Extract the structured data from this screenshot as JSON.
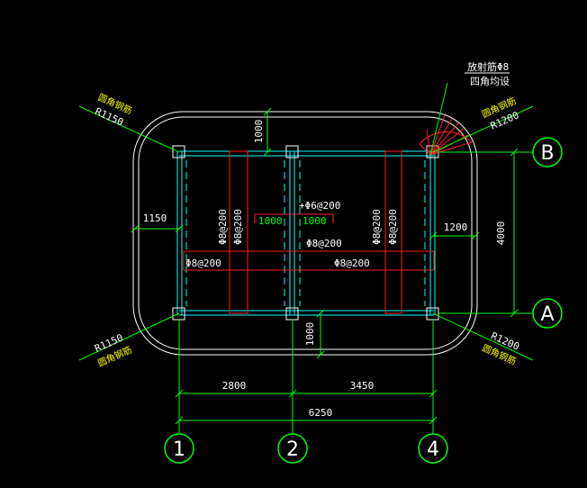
{
  "dimensions": {
    "top_offset": "1000",
    "bottom_offset": "1000",
    "left_offset": "1150",
    "right_offset": "1200",
    "height": "4000",
    "span_1_2": "2800",
    "span_2_4": "3450",
    "total": "6250"
  },
  "axis_labels": {
    "a1": "1",
    "a2": "2",
    "a4": "4",
    "aB": "B",
    "aA": "A"
  },
  "corner_notes": {
    "top_left_title": "圆角钢筋",
    "top_left_radius": "R1150",
    "top_right_title": "圆角钢筋",
    "top_right_radius": "R1200",
    "bottom_left_title": "圆角钢筋",
    "bottom_left_radius": "R1150",
    "bottom_right_title": "圆角钢筋",
    "bottom_right_radius": "R1200",
    "radial_line1": "放射筋Φ8",
    "radial_line2": "四角均设"
  },
  "rebar_labels": {
    "top_pos": "+Φ6@200",
    "len_a": "1000",
    "len_b": "1000",
    "v1": "Φ8@200",
    "v2": "Φ8@200",
    "v3": "Φ8@200",
    "v4": "Φ8@200",
    "h_center": "Φ8@200",
    "h_left": "Φ8@200",
    "h_right": "Φ8@200"
  }
}
